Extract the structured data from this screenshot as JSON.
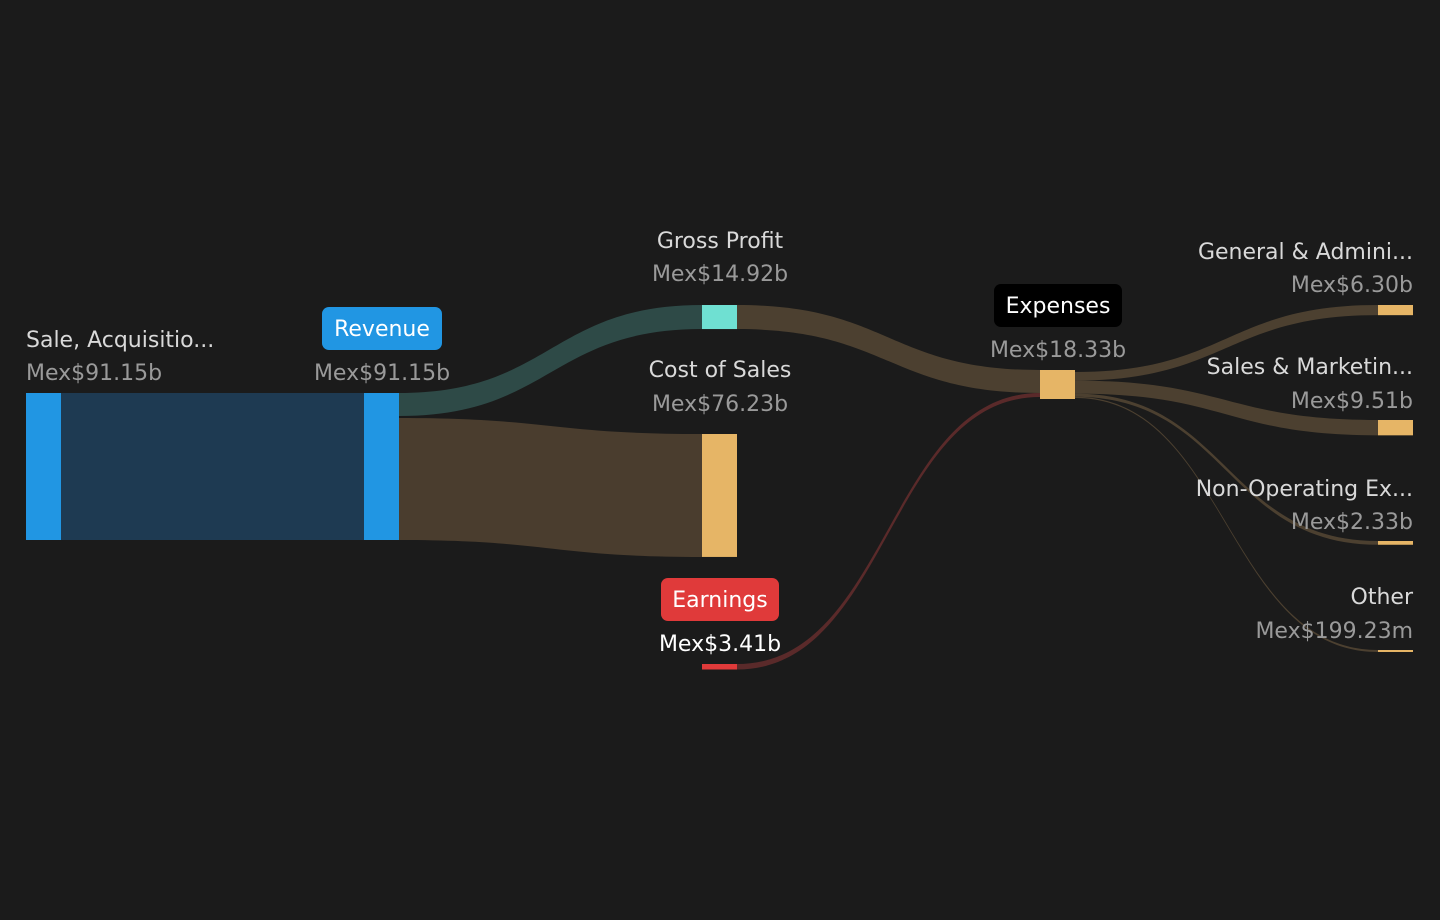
{
  "colors": {
    "background": "#1b1b1b",
    "revenue": "#2196e3",
    "revenue_link": "#1e3a52",
    "gross_profit": "#6fe0d2",
    "gross_profit_link": "#2e4a47",
    "cost": "#e6b566",
    "cost_link": "#4a3d2e",
    "expense_link": "#4c4030",
    "earnings": "#e03a3a",
    "earnings_link": "#5a2a2a",
    "expenses_pill": "#000000"
  },
  "chart_data": {
    "type": "sankey",
    "currency": "Mex$",
    "nodes": [
      {
        "id": "sale",
        "name": "Sale, Acquisitio...",
        "value_label": "Mex$91.15b",
        "value": 91.15
      },
      {
        "id": "revenue",
        "name": "Revenue",
        "value_label": "Mex$91.15b",
        "value": 91.15
      },
      {
        "id": "gross_profit",
        "name": "Gross Profit",
        "value_label": "Mex$14.92b",
        "value": 14.92
      },
      {
        "id": "cost_of_sales",
        "name": "Cost of Sales",
        "value_label": "Mex$76.23b",
        "value": 76.23
      },
      {
        "id": "earnings",
        "name": "Earnings",
        "value_label": "Mex$3.41b",
        "value": 3.41
      },
      {
        "id": "expenses",
        "name": "Expenses",
        "value_label": "Mex$18.33b",
        "value": 18.33
      },
      {
        "id": "ga",
        "name": "General & Admini...",
        "value_label": "Mex$6.30b",
        "value": 6.3
      },
      {
        "id": "sm",
        "name": "Sales & Marketin...",
        "value_label": "Mex$9.51b",
        "value": 9.51
      },
      {
        "id": "nonop",
        "name": "Non-Operating Ex...",
        "value_label": "Mex$2.33b",
        "value": 2.33
      },
      {
        "id": "other",
        "name": "Other",
        "value_label": "Mex$199.23m",
        "value": 0.19923
      }
    ],
    "links": [
      {
        "source": "sale",
        "target": "revenue",
        "value": 91.15
      },
      {
        "source": "revenue",
        "target": "gross_profit",
        "value": 14.92
      },
      {
        "source": "revenue",
        "target": "cost_of_sales",
        "value": 76.23
      },
      {
        "source": "gross_profit",
        "target": "expenses",
        "value": 14.92
      },
      {
        "source": "earnings",
        "target": "expenses",
        "value": 3.41
      },
      {
        "source": "expenses",
        "target": "ga",
        "value": 6.3
      },
      {
        "source": "expenses",
        "target": "sm",
        "value": 9.51
      },
      {
        "source": "expenses",
        "target": "nonop",
        "value": 2.33
      },
      {
        "source": "expenses",
        "target": "other",
        "value": 0.19923
      }
    ]
  }
}
